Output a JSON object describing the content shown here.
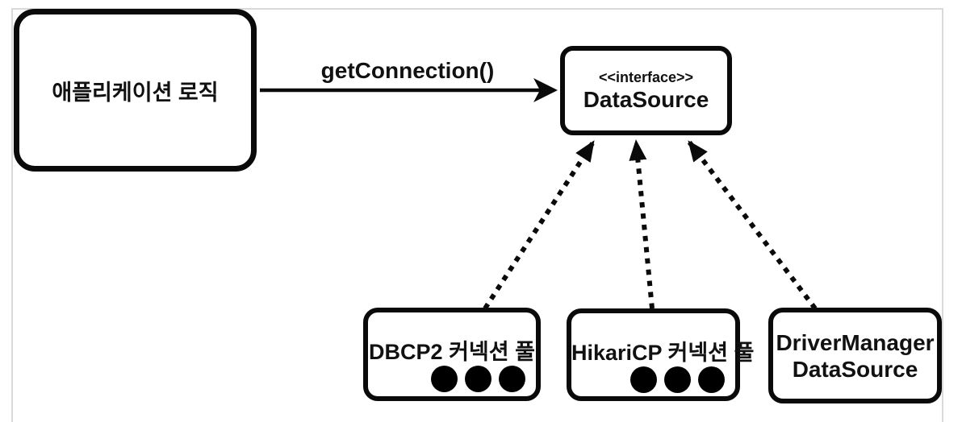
{
  "diagram": {
    "title_hint": "DataSource interface abstraction diagram",
    "app_box": {
      "label": "애플리케이션 로직"
    },
    "arrow": {
      "label": "getConnection()"
    },
    "interface_box": {
      "stereotype": "<<interface>>",
      "name": "DataSource"
    },
    "implementations": [
      {
        "label": "DBCP2 커넥션 풀",
        "pool_dots": 3
      },
      {
        "label": "HikariCP 커넥션 풀",
        "pool_dots": 3
      },
      {
        "label_line1": "DriverManager",
        "label_line2": "DataSource",
        "pool_dots": 0
      }
    ],
    "colors": {
      "ink": "#000000",
      "frame_border": "#d9d9d9",
      "background": "#ffffff"
    }
  }
}
